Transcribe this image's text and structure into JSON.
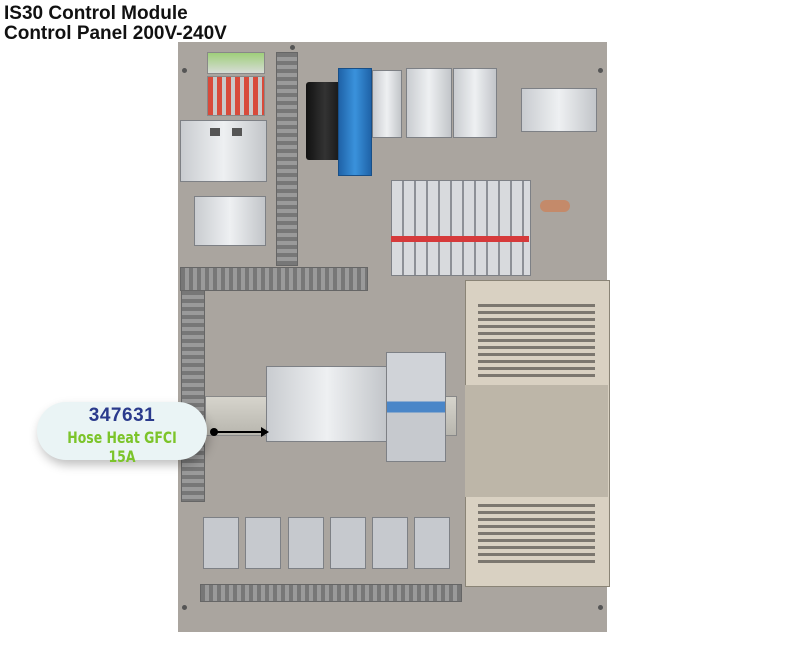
{
  "title": {
    "line1": "IS30 Control Module",
    "line2": "Control Panel 200V-240V"
  },
  "callout": {
    "part_number": "347631",
    "description": "Hose Heat GFCI 15A"
  },
  "colors": {
    "panel": "#aaa59f",
    "part_number": "#2a3a8c",
    "description": "#7cc42a",
    "callout_bg": "#eaf4f5",
    "psu_blue": "#2f7fc8"
  }
}
